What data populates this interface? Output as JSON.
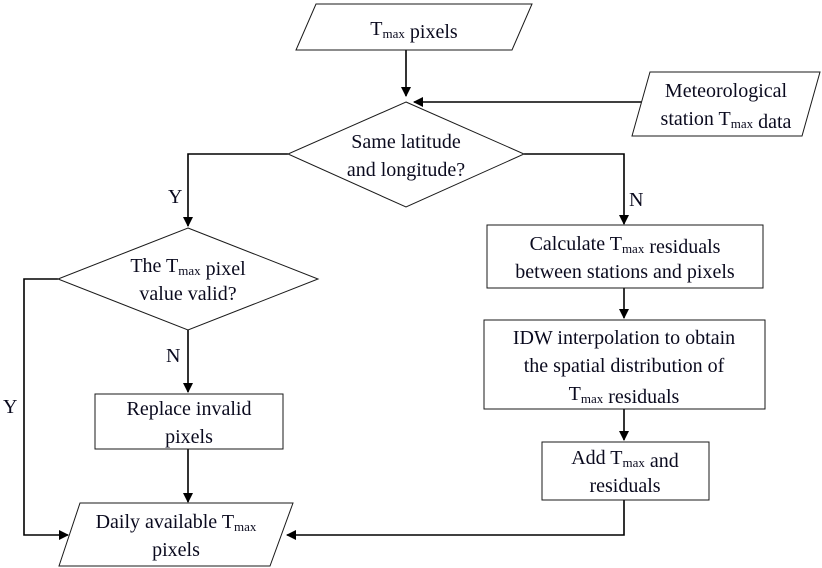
{
  "diagram": {
    "type": "flowchart",
    "colors": {
      "line": "#000000",
      "text": "#0a0a1e",
      "fill": "#ffffff"
    },
    "nodes": {
      "tmax_pixels": {
        "shape": "parallelogram",
        "lines": [
          [
            {
              "t": "T"
            },
            {
              "t": "max",
              "sub": true
            },
            {
              "t": " pixels"
            }
          ]
        ]
      },
      "station_data": {
        "shape": "parallelogram",
        "lines": [
          [
            {
              "t": "Meteorological"
            }
          ],
          [
            {
              "t": "station T"
            },
            {
              "t": "max",
              "sub": true
            },
            {
              "t": " data"
            }
          ]
        ]
      },
      "same_latlon": {
        "shape": "diamond",
        "lines": [
          [
            {
              "t": "Same latitude"
            }
          ],
          [
            {
              "t": "and longitude?"
            }
          ]
        ]
      },
      "pixel_valid": {
        "shape": "diamond",
        "lines": [
          [
            {
              "t": "The T"
            },
            {
              "t": "max",
              "sub": true
            },
            {
              "t": " pixel"
            }
          ],
          [
            {
              "t": "value valid?"
            }
          ]
        ]
      },
      "replace_invalid": {
        "shape": "rectangle",
        "lines": [
          [
            {
              "t": "Replace invalid"
            }
          ],
          [
            {
              "t": "pixels"
            }
          ]
        ]
      },
      "calc_residuals": {
        "shape": "rectangle",
        "lines": [
          [
            {
              "t": "Calculate T"
            },
            {
              "t": "max",
              "sub": true
            },
            {
              "t": " residuals"
            }
          ],
          [
            {
              "t": "between stations and pixels"
            }
          ]
        ]
      },
      "idw": {
        "shape": "rectangle",
        "lines": [
          [
            {
              "t": "IDW interpolation to obtain"
            }
          ],
          [
            {
              "t": "the spatial distribution of"
            }
          ],
          [
            {
              "t": "T"
            },
            {
              "t": "max",
              "sub": true
            },
            {
              "t": " residuals"
            }
          ]
        ]
      },
      "add_residuals": {
        "shape": "rectangle",
        "lines": [
          [
            {
              "t": "Add T"
            },
            {
              "t": "max",
              "sub": true
            },
            {
              "t": " and"
            }
          ],
          [
            {
              "t": "residuals"
            }
          ]
        ]
      },
      "daily_available": {
        "shape": "parallelogram",
        "lines": [
          [
            {
              "t": "Daily available T"
            },
            {
              "t": "max",
              "sub": true
            }
          ],
          [
            {
              "t": "pixels"
            }
          ]
        ]
      }
    },
    "edges": [
      {
        "from": "tmax_pixels",
        "to": "same_latlon",
        "label": ""
      },
      {
        "from": "station_data",
        "to": "same_latlon",
        "label": ""
      },
      {
        "from": "same_latlon",
        "to": "pixel_valid",
        "label": "Y"
      },
      {
        "from": "same_latlon",
        "to": "calc_residuals",
        "label": "N"
      },
      {
        "from": "pixel_valid",
        "to": "replace_invalid",
        "label": "N"
      },
      {
        "from": "pixel_valid",
        "to": "daily_available",
        "label": "Y"
      },
      {
        "from": "replace_invalid",
        "to": "daily_available",
        "label": ""
      },
      {
        "from": "calc_residuals",
        "to": "idw",
        "label": ""
      },
      {
        "from": "idw",
        "to": "add_residuals",
        "label": ""
      },
      {
        "from": "add_residuals",
        "to": "daily_available",
        "label": ""
      }
    ],
    "branch_labels": {
      "same_yes": "Y",
      "same_no": "N",
      "valid_no": "N",
      "valid_yes": "Y"
    }
  }
}
